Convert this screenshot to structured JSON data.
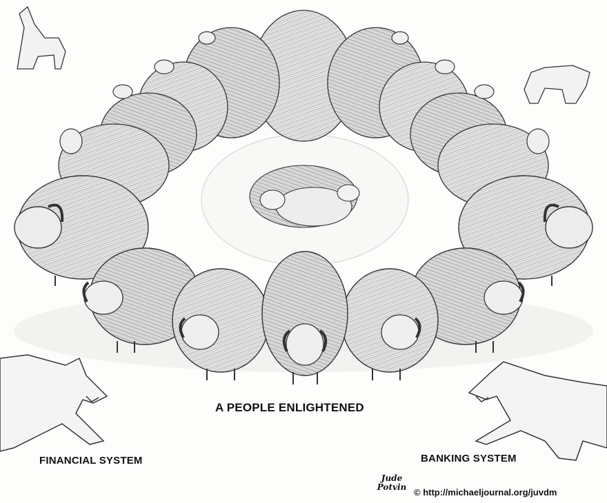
{
  "cartoon": {
    "caption": "A PEOPLE ENLIGHTENED",
    "left_wolf_label": "FINANCIAL SYSTEM",
    "right_wolf_label": "BANKING SYSTEM",
    "signature_first": "Jude",
    "signature_last": "Potvin",
    "credit": "© http://michaeljournal.org/juvdm"
  },
  "palette": {
    "ink": "#222222",
    "fur": "#e2e2e2",
    "fur_shade": "#9a9a9a",
    "paper": "#fdfdfb"
  }
}
